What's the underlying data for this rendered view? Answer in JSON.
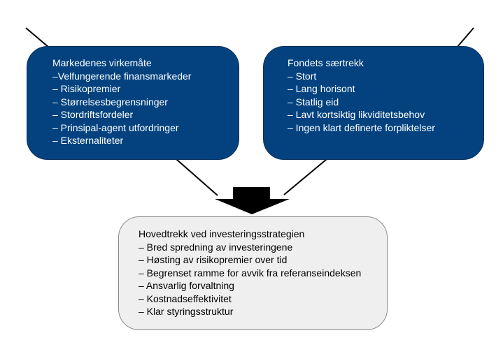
{
  "left_box": {
    "title": "Markedenes virkemåte",
    "items": [
      "–Velfungerende finansmarkeder",
      "– Risikopremier",
      "– Størrelsesbegrensninger",
      "– Stordriftsfordeler",
      "– Prinsipal-agent utfordringer",
      "– Eksternaliteter"
    ]
  },
  "right_box": {
    "title": "Fondets særtrekk",
    "items": [
      "– Stort",
      "– Lang horisont",
      "– Statlig eid",
      "– Lavt kortsiktig likviditetsbehov",
      "– Ingen klart definerte forpliktelser"
    ]
  },
  "bottom_box": {
    "title": "Hovedtrekk ved investeringsstrategien",
    "items": [
      "– Bred spredning av investeringene",
      "– Høsting av risikopremier over tid",
      "– Begrenset ramme for avvik fra referanseindeksen",
      "– Ansvarlig forvaltning",
      "– Kostnadseffektivitet",
      "– Klar styringsstruktur"
    ]
  },
  "colors": {
    "blue_box": "#03427f",
    "gray_box": "#efefef",
    "arrow": "#000000"
  }
}
